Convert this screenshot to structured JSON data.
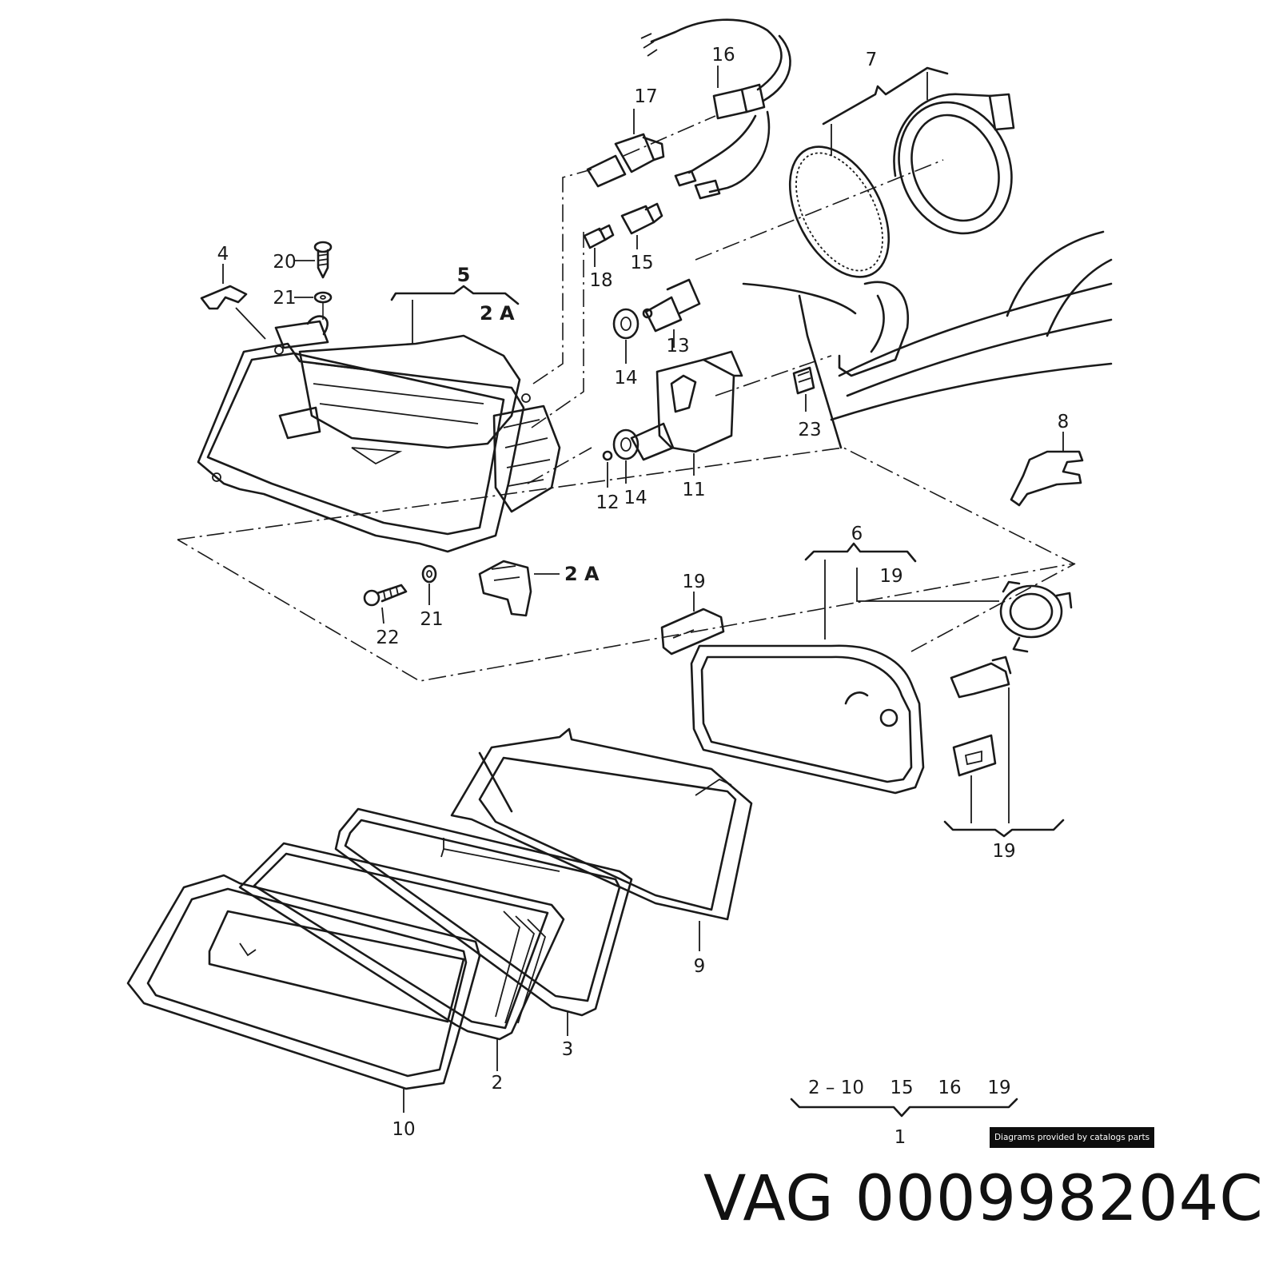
{
  "callouts": {
    "c1": "1",
    "c2": "2",
    "c2a_top": "2 A",
    "c2a_bottom": "2 A",
    "c3": "3",
    "c4": "4",
    "c5": "5",
    "c6": "6",
    "c7": "7",
    "c8": "8",
    "c9": "9",
    "c10": "10",
    "c11": "11",
    "c12": "12",
    "c13": "13",
    "c14_top": "14",
    "c14_bottom": "14",
    "c15": "15",
    "c16": "16",
    "c17": "17",
    "c18": "18",
    "c19_clip": "19",
    "c19_housing": "19",
    "c19_bottom": "19",
    "c20": "20",
    "c21_top": "21",
    "c21_bottom": "21",
    "c22": "22",
    "c23": "23"
  },
  "kit_legend": {
    "items": [
      "2 – 10",
      "15",
      "16",
      "19"
    ],
    "result": "1"
  },
  "credit": "Diagrams provided by catalogs parts",
  "brand": "VAG",
  "part_number": "000998204C"
}
